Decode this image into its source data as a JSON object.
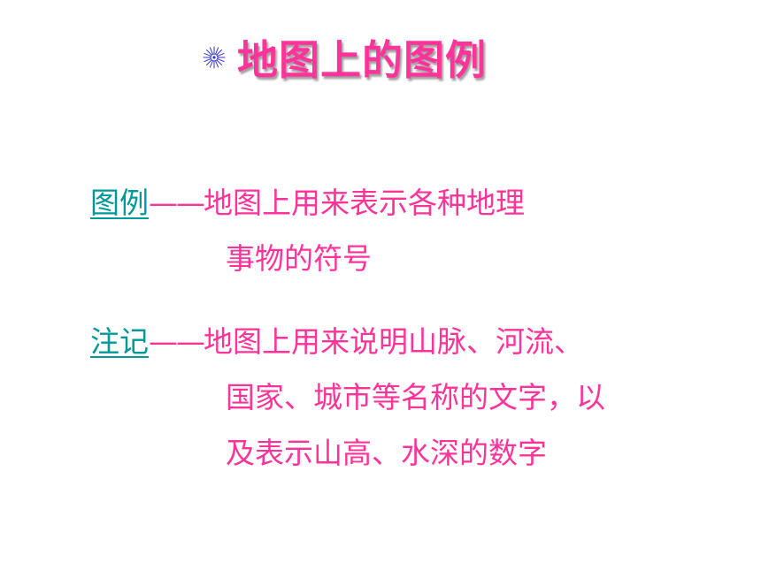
{
  "slide": {
    "title": "地图上的图例",
    "bullet_icon": "starburst-icon",
    "colors": {
      "title": "#ff3399",
      "body_text": "#ff3399",
      "term_link": "#009999",
      "bullet_icon": "#3333cc"
    },
    "entries": [
      {
        "term": "图例",
        "dash": "——",
        "lines": [
          "地图上用来表示各种地理",
          "事物的符号"
        ]
      },
      {
        "term": "注记",
        "dash": "——",
        "lines": [
          "地图上用来说明山脉、河流、",
          "国家、城市等名称的文字，以",
          "及表示山高、水深的数字"
        ]
      }
    ]
  }
}
